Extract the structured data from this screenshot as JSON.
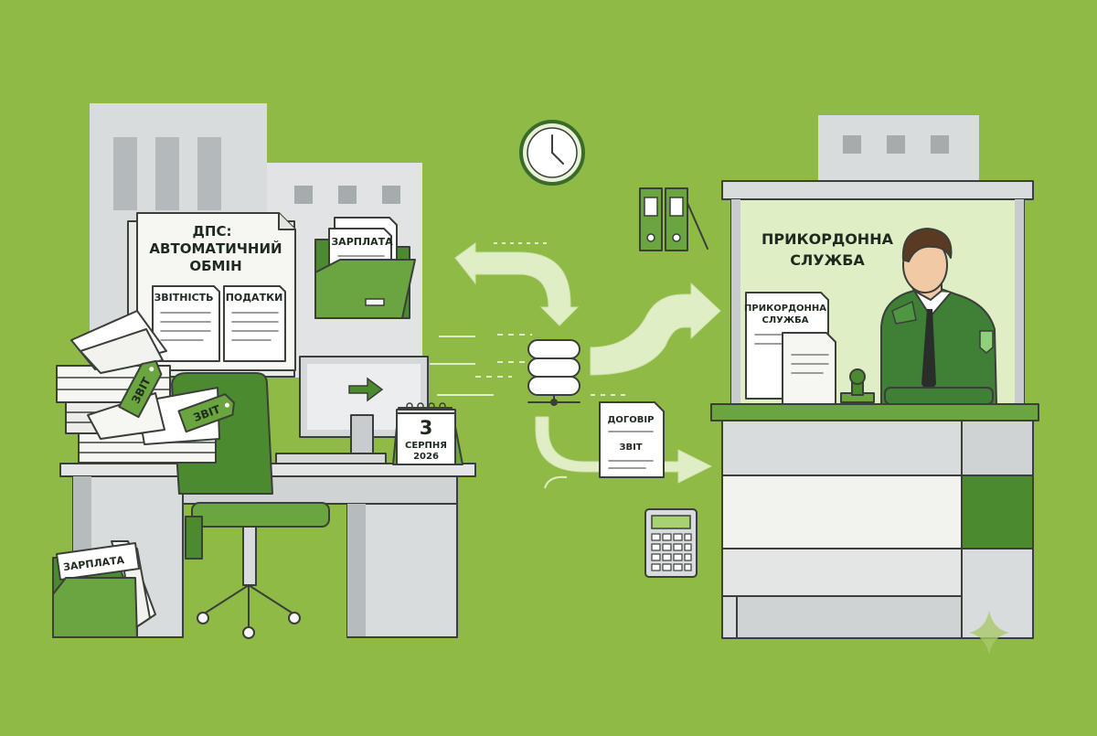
{
  "colors": {
    "background": "#8fba46",
    "green_dark": "#4b8a2e",
    "green_mid": "#6aa540",
    "green_light": "#dfeec5",
    "gray_building": "#d9dcdd",
    "gray_window": "#a6abae",
    "paper": "#f6f7f3",
    "uniform": "#3f7f36",
    "skin": "#f1c9a5",
    "hair": "#5b3a24"
  },
  "poster": {
    "line1": "ДПС:",
    "line2": "АВТОМАТИЧНИЙ",
    "line3": "ОБМІН"
  },
  "poster_docs": {
    "left": "ЗВІТНІСТЬ",
    "right": "ПОДАТКИ"
  },
  "folder_top_label": "ЗАРПЛАТА",
  "folder_bottom_label": "ЗАРПЛАТА",
  "tags": {
    "tag1": "ЗВІТ",
    "tag2": "ЗВІТ"
  },
  "calendar": {
    "day": "3",
    "month": "СЕРПНЯ",
    "year": "2026"
  },
  "flying_doc": {
    "title": "ДОГОВІР",
    "subtitle": "ЗВІТ"
  },
  "border_sign": {
    "line1": "ПРИКОРДОННА",
    "line2": "СЛУЖБА"
  },
  "border_doc": {
    "line1": "ПРИКОРДОННА",
    "line2": "СЛУЖБА"
  },
  "icons": [
    "clock-icon",
    "binders-icon",
    "database-server-icon",
    "calculator-icon",
    "sparkle-icon",
    "arrow-right-icon"
  ]
}
